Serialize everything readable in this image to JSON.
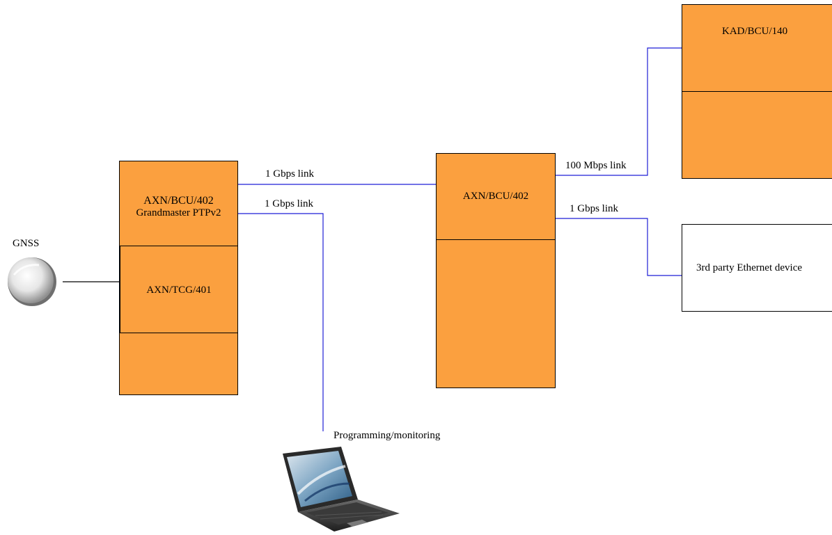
{
  "gnss": {
    "label": "GNSS"
  },
  "left_chassis": {
    "top_module_line1": "AXN/BCU/402",
    "top_module_line2": "Grandmaster PTPv2",
    "middle_module": "AXN/TCG/401"
  },
  "center_chassis": {
    "top_module": "AXN/BCU/402"
  },
  "kad_chassis": {
    "top_module": "KAD/BCU/140"
  },
  "third_party": {
    "label": "3rd party Ethernet device"
  },
  "links": {
    "left_to_center": "1 Gbps link",
    "left_to_laptop": "1 Gbps link",
    "center_to_kad": "100 Mbps link",
    "center_to_third_party": "1 Gbps link"
  },
  "laptop": {
    "label": "Programming/monitoring"
  },
  "colors": {
    "module_fill": "#fba03f",
    "link_color": "#1f1fd6",
    "border": "#000000"
  }
}
